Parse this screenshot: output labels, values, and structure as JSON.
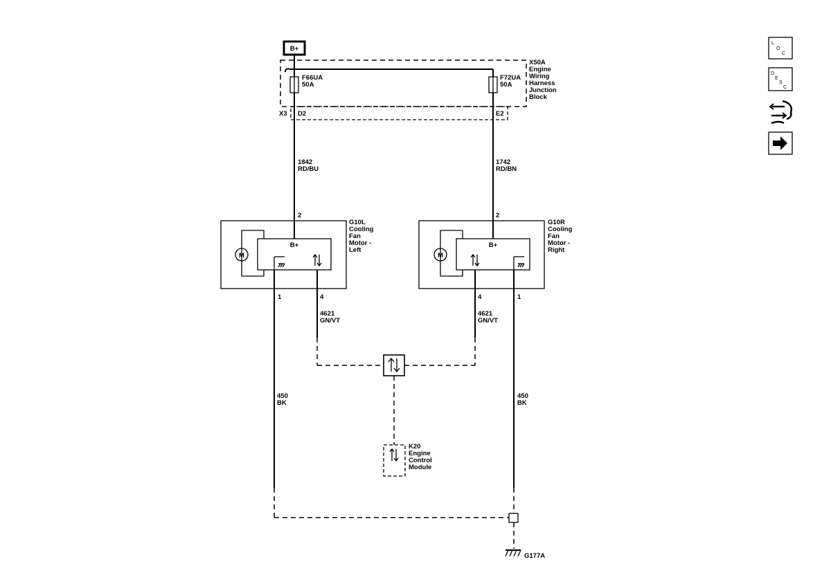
{
  "power_source": {
    "label": "B+"
  },
  "junction_block": {
    "id": "X50A",
    "lines": [
      "Engine",
      "Wiring",
      "Harness",
      "Junction",
      "Block"
    ],
    "connector_label": "X3",
    "fuses": [
      {
        "id": "F66UA",
        "rating": "50A",
        "terminal": "D2"
      },
      {
        "id": "F72UA",
        "rating": "50A",
        "terminal": "E2"
      }
    ]
  },
  "wires": {
    "left_feed": {
      "circuit": "1842",
      "color": "RD/BU"
    },
    "right_feed": {
      "circuit": "1742",
      "color": "RD/BN"
    },
    "left_signal": {
      "circuit": "4621",
      "color": "GN/VT"
    },
    "right_signal": {
      "circuit": "4621",
      "color": "GN/VT"
    },
    "left_ground": {
      "circuit": "450",
      "color": "BK"
    },
    "right_ground": {
      "circuit": "450",
      "color": "BK"
    }
  },
  "motor_left": {
    "id": "G10L",
    "lines": [
      "Cooling",
      "Fan",
      "Motor -",
      "Left"
    ],
    "bplus": "B+",
    "motor_symbol": "M",
    "pins": {
      "feed": "2",
      "ground": "1",
      "signal": "4"
    }
  },
  "motor_right": {
    "id": "G10R",
    "lines": [
      "Cooling",
      "Fan",
      "Motor -",
      "Right"
    ],
    "bplus": "B+",
    "motor_symbol": "M",
    "pins": {
      "feed": "2",
      "ground": "1",
      "signal": "4"
    }
  },
  "ecm": {
    "id": "K20",
    "lines": [
      "Engine",
      "Control",
      "Module"
    ]
  },
  "ground": {
    "id": "G177A"
  },
  "side_icons": [
    {
      "name": "loc-icon",
      "letters": [
        "L",
        "O",
        "C"
      ]
    },
    {
      "name": "desc-icon",
      "letters": [
        "D",
        "E",
        "S",
        "C"
      ]
    },
    {
      "name": "connector-list-icon"
    },
    {
      "name": "next-arrow-icon"
    }
  ]
}
